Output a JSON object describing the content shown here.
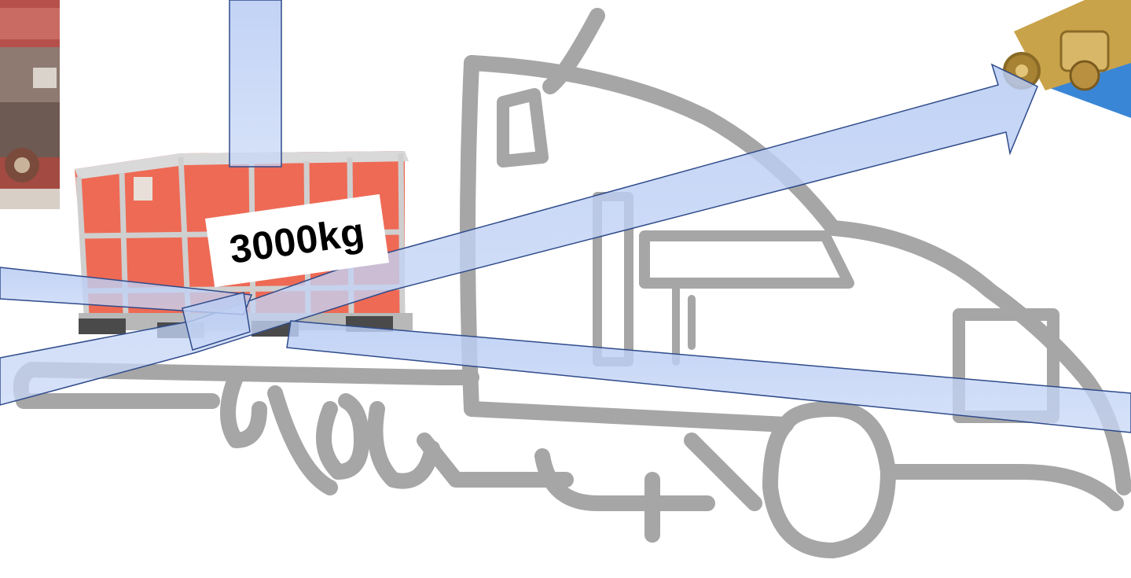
{
  "load": {
    "weight_label": "3000kg"
  },
  "colors": {
    "truck_outline": "#a6a6a6",
    "crate_body": "#ee6a55",
    "crate_frame": "#c8c8c8",
    "force_arrow_fill": "#aec3f0",
    "force_arrow_stroke": "#2f4b8a",
    "ratchet_strap": "#3a86d6",
    "ratchet_metal": "#c9a34a"
  },
  "icons": {
    "truck": "truck-outline-icon",
    "crate": "cargo-crate",
    "ratchet": "ratchet-strap-icon",
    "trailer_photo": "trailer-photo"
  }
}
